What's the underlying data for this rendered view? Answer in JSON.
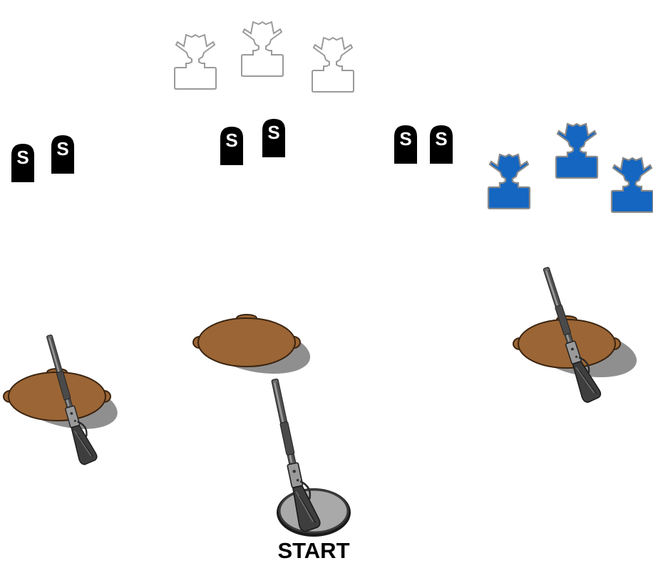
{
  "stage": {
    "start_label": "START",
    "steel_plate_letter": "S"
  },
  "colors": {
    "background": "#ffffff",
    "steel_plate": "#000000",
    "steel_plate_letter": "#ffffff",
    "target_outline": "#9a9a9a",
    "target_shoot": "#1466c1",
    "target_shoot_edge": "#8a8a8a",
    "table_fill": "#9b6535",
    "table_edge": "#3a2410",
    "shadow": "#8f8f8f",
    "rifle_metal": "#6a6a6a",
    "rifle_wood": "#3c3c3c",
    "start_mat": "#a9a9a9"
  },
  "targets": [
    {
      "name": "cowboy-target-no-shoot-1",
      "kind": "no-shoot"
    },
    {
      "name": "cowboy-target-no-shoot-2",
      "kind": "no-shoot"
    },
    {
      "name": "cowboy-target-no-shoot-3",
      "kind": "no-shoot"
    },
    {
      "name": "cowboy-target-shoot-1",
      "kind": "shoot"
    },
    {
      "name": "cowboy-target-shoot-2",
      "kind": "shoot"
    },
    {
      "name": "cowboy-target-shoot-3",
      "kind": "shoot"
    }
  ],
  "steel_plates": [
    {
      "name": "steel-plate-left-1"
    },
    {
      "name": "steel-plate-left-2"
    },
    {
      "name": "steel-plate-center-1"
    },
    {
      "name": "steel-plate-center-2"
    },
    {
      "name": "steel-plate-right-1"
    },
    {
      "name": "steel-plate-right-2"
    }
  ],
  "tables": [
    {
      "name": "table-left",
      "rifle": "rifle-staged-left"
    },
    {
      "name": "table-center",
      "rifle": "none"
    },
    {
      "name": "table-right",
      "rifle": "rifle-staged-right"
    }
  ],
  "start_position": {
    "name": "start-position",
    "rifle": "rifle-at-start"
  }
}
